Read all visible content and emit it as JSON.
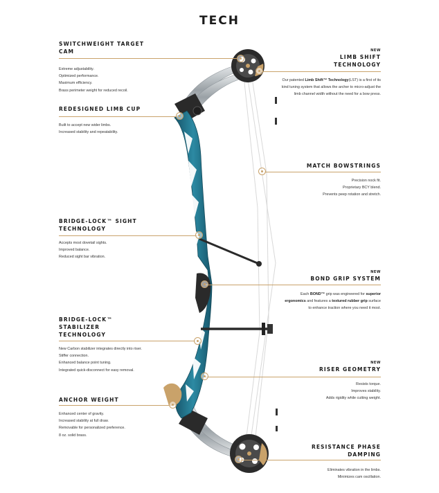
{
  "page": {
    "title": "TECH"
  },
  "features": {
    "cam": {
      "heading_line1": "SWITCHWEIGHT TARGET",
      "heading_line2": "CAM",
      "lines": [
        "Extreme adjustability.",
        "Optimized performance.",
        "Maximum efficiency.",
        "Brass perimeter weight for reduced recoil."
      ]
    },
    "limb_shift": {
      "badge": "NEW",
      "heading_line1": "LIMB SHIFT",
      "heading_line2": "TECHNOLOGY",
      "text_pre": "Our patented ",
      "text_bold": "Limb Shift™ Technology",
      "text_post": "(LST) is a first of its kind tuning system that allows the archer to micro-adjust the limb channel width without the need for a bow press."
    },
    "limb_cup": {
      "heading_line1": "REDESIGNED LIMB CUP",
      "lines": [
        "Built to accept new wider limbs.",
        "Increased stability and repeatability."
      ]
    },
    "bowstrings": {
      "heading_line1": "MATCH BOWSTRINGS",
      "lines": [
        "Precision nock fit.",
        "Proprietary BCY blend.",
        "Prevents peep rotation and stretch."
      ]
    },
    "sight": {
      "heading_line1": "BRIDGE-LOCK™ SIGHT",
      "heading_line2": "TECHNOLOGY",
      "lines": [
        "Accepts most dovetail sights.",
        "Improved balance.",
        "Reduced sight bar vibration."
      ]
    },
    "grip": {
      "badge": "NEW",
      "heading_line1": "BOND GRIP SYSTEM",
      "t1": "Each ",
      "b1": "BOND™",
      "t2": " grip was engineered for ",
      "b2": "superior ergonomics",
      "t3": " and features a ",
      "b3": "textured rubber grip",
      "t4": " surface to enhance traction where you need it most."
    },
    "stabilizer": {
      "heading_line1": "BRIDGE-LOCK™",
      "heading_line2": "STABILIZER",
      "heading_line3": "TECHNOLOGY",
      "lines": [
        "New Carbon stabilizer integrates directly into riser.",
        "Stiffer connection.",
        "Enhanced balance point tuning.",
        "Integrated quick-disconnect for easy removal."
      ]
    },
    "riser": {
      "badge": "NEW",
      "heading_line1": "RISER GEOMETRY",
      "lines": [
        "Resists torque.",
        "Improves stability.",
        "Adds rigidity while cutting weight."
      ]
    },
    "anchor": {
      "heading_line1": "ANCHOR WEIGHT",
      "lines": [
        "Enhanced center of gravity.",
        "Increased stability at full draw.",
        "Removable for personalized preference.",
        "8 oz. solid brass."
      ]
    },
    "damping": {
      "heading_line1": "RESISTANCE PHASE",
      "heading_line2": "DAMPING",
      "lines": [
        "Eliminates vibration in the limbs.",
        "Minimizes cam oscillation."
      ]
    }
  },
  "colors": {
    "accent": "#c9a26a",
    "riser": "#1f6f86",
    "cam": "#2b2b2b",
    "limb": "#c7cbcf"
  }
}
